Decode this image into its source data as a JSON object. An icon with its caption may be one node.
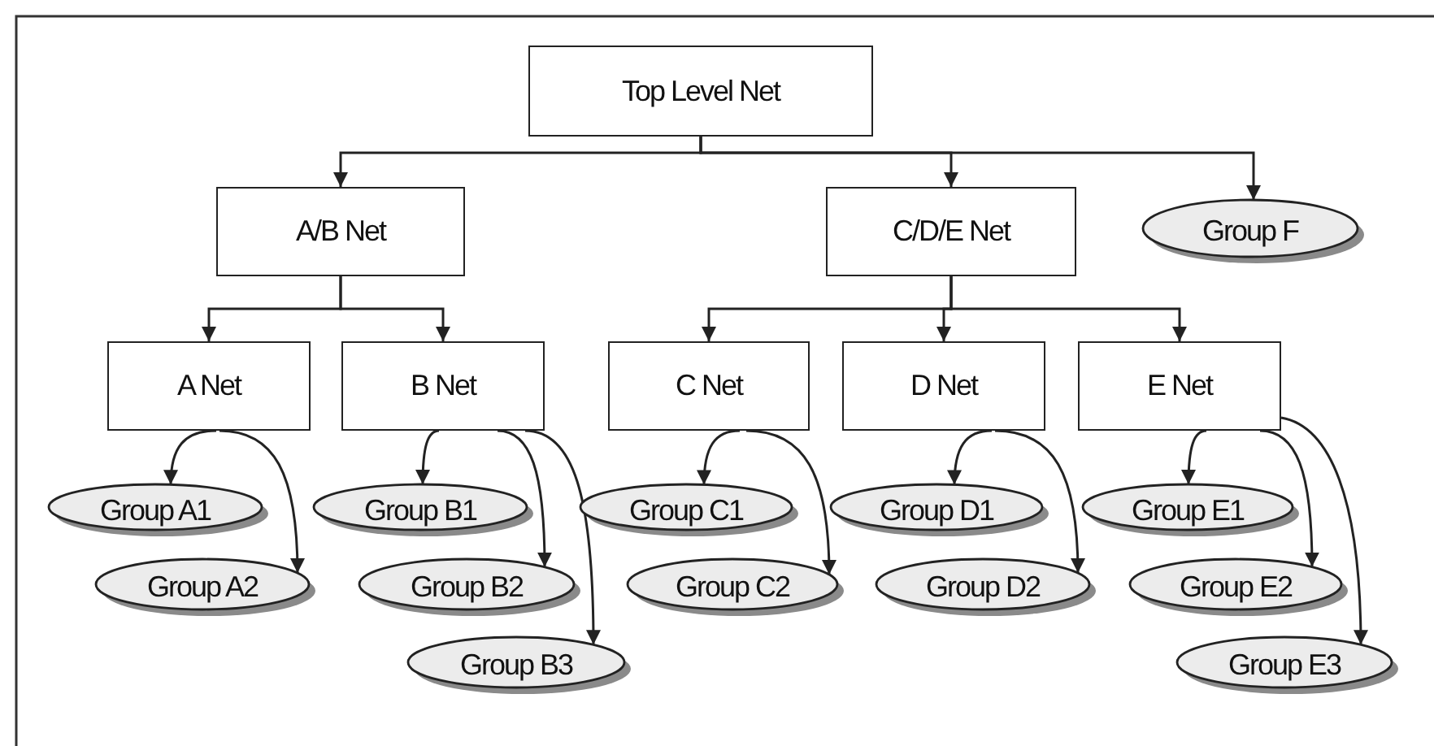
{
  "diagram": {
    "nodes": [
      {
        "text": [
          "Top Level Net"
        ]
      },
      {
        "text": [
          "A/B Net"
        ]
      },
      {
        "text": [
          "C/D/E Net"
        ]
      },
      {
        "text": [
          "Group F"
        ]
      },
      {
        "text": [
          "A Net"
        ]
      },
      {
        "text": [
          "B Net"
        ]
      },
      {
        "text": [
          "C Net"
        ]
      },
      {
        "text": [
          "D Net"
        ]
      },
      {
        "text": [
          "E Net"
        ]
      },
      {
        "text": [
          "Group A1"
        ]
      },
      {
        "text": [
          "Group A2"
        ]
      },
      {
        "text": [
          "Group B1"
        ]
      },
      {
        "text": [
          "Group B2"
        ]
      },
      {
        "text": [
          "Group B3"
        ]
      },
      {
        "text": [
          "Group C1"
        ]
      },
      {
        "text": [
          "Group C2"
        ]
      },
      {
        "text": [
          "Group D1"
        ]
      },
      {
        "text": [
          "Group D2"
        ]
      },
      {
        "text": [
          "Group E1"
        ]
      },
      {
        "text": [
          "Group E2"
        ]
      },
      {
        "text": [
          "Group E3"
        ]
      }
    ],
    "edges": [
      {
        "from": 0,
        "to": 1,
        "arrow": "to"
      },
      {
        "from": 0,
        "to": 2,
        "arrow": "to"
      },
      {
        "from": 0,
        "to": 3,
        "arrow": "to"
      },
      {
        "from": 1,
        "to": 4,
        "arrow": "to"
      },
      {
        "from": 1,
        "to": 5,
        "arrow": "to"
      },
      {
        "from": 2,
        "to": 6,
        "arrow": "to"
      },
      {
        "from": 2,
        "to": 7,
        "arrow": "to"
      },
      {
        "from": 2,
        "to": 8,
        "arrow": "to"
      },
      {
        "from": 4,
        "to": 9,
        "arrow": "to"
      },
      {
        "from": 4,
        "to": 10,
        "arrow": "to"
      },
      {
        "from": 5,
        "to": 11,
        "arrow": "to"
      },
      {
        "from": 5,
        "to": 12,
        "arrow": "to"
      },
      {
        "from": 5,
        "to": 13,
        "arrow": "to"
      },
      {
        "from": 6,
        "to": 14,
        "arrow": "to"
      },
      {
        "from": 6,
        "to": 15,
        "arrow": "to"
      },
      {
        "from": 7,
        "to": 16,
        "arrow": "to"
      },
      {
        "from": 7,
        "to": 17,
        "arrow": "to"
      },
      {
        "from": 8,
        "to": 18,
        "arrow": "to"
      },
      {
        "from": 8,
        "to": 19,
        "arrow": "to"
      },
      {
        "from": 8,
        "to": 20,
        "arrow": "to"
      }
    ]
  }
}
